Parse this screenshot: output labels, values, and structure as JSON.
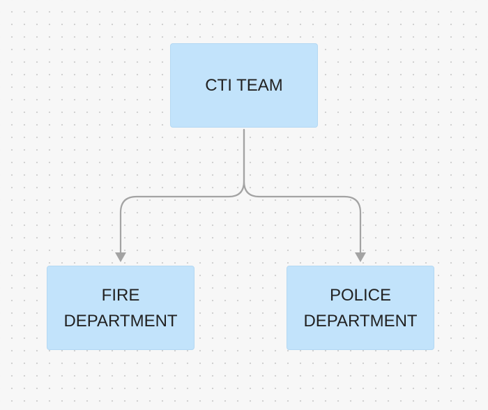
{
  "diagram": {
    "nodes": {
      "cti": {
        "lines": [
          "CTI TEAM"
        ]
      },
      "fire": {
        "lines": [
          "FIRE",
          "DEPARTMENT"
        ]
      },
      "police": {
        "lines": [
          "POLICE",
          "DEPARTMENT"
        ]
      }
    },
    "edges": [
      {
        "from": "cti",
        "to": "fire"
      },
      {
        "from": "cti",
        "to": "police"
      }
    ],
    "colors": {
      "node_fill": "#c2e3fb",
      "connector": "#a3a3a3",
      "text": "#222222"
    }
  }
}
